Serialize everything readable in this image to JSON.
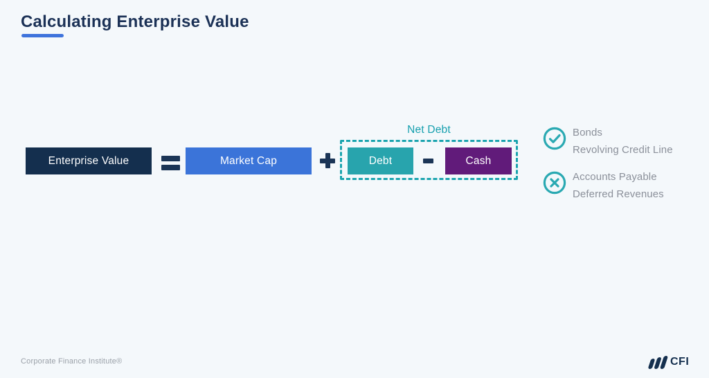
{
  "page": {
    "background": "#f4f8fb"
  },
  "header": {
    "title": "Calculating Enterprise Value",
    "accent_color": "#3e73dc"
  },
  "formula": {
    "result": {
      "label": "Enterprise Value",
      "color": "#142f4e"
    },
    "operators": {
      "equals": "=",
      "plus": "+",
      "minus": "−"
    },
    "terms": [
      {
        "label": "Market Cap",
        "color": "#3b74d9"
      },
      {
        "label": "Debt",
        "color": "#28a4ad"
      },
      {
        "label": "Cash",
        "color": "#611b7a"
      }
    ],
    "group": {
      "label": "Net Debt",
      "border_color": "#1ba4af",
      "label_color": "#159fae"
    }
  },
  "legend": {
    "icon_color": "#2aa9b2",
    "text_color": "#8b909a",
    "included": {
      "icon": "check-circle-icon",
      "items": [
        "Bonds",
        "Revolving Credit Line"
      ]
    },
    "excluded": {
      "icon": "x-circle-icon",
      "items": [
        "Accounts Payable",
        "Deferred Revenues"
      ]
    }
  },
  "footer": {
    "attribution": "Corporate Finance Institute®",
    "logo_text": "CFI"
  }
}
